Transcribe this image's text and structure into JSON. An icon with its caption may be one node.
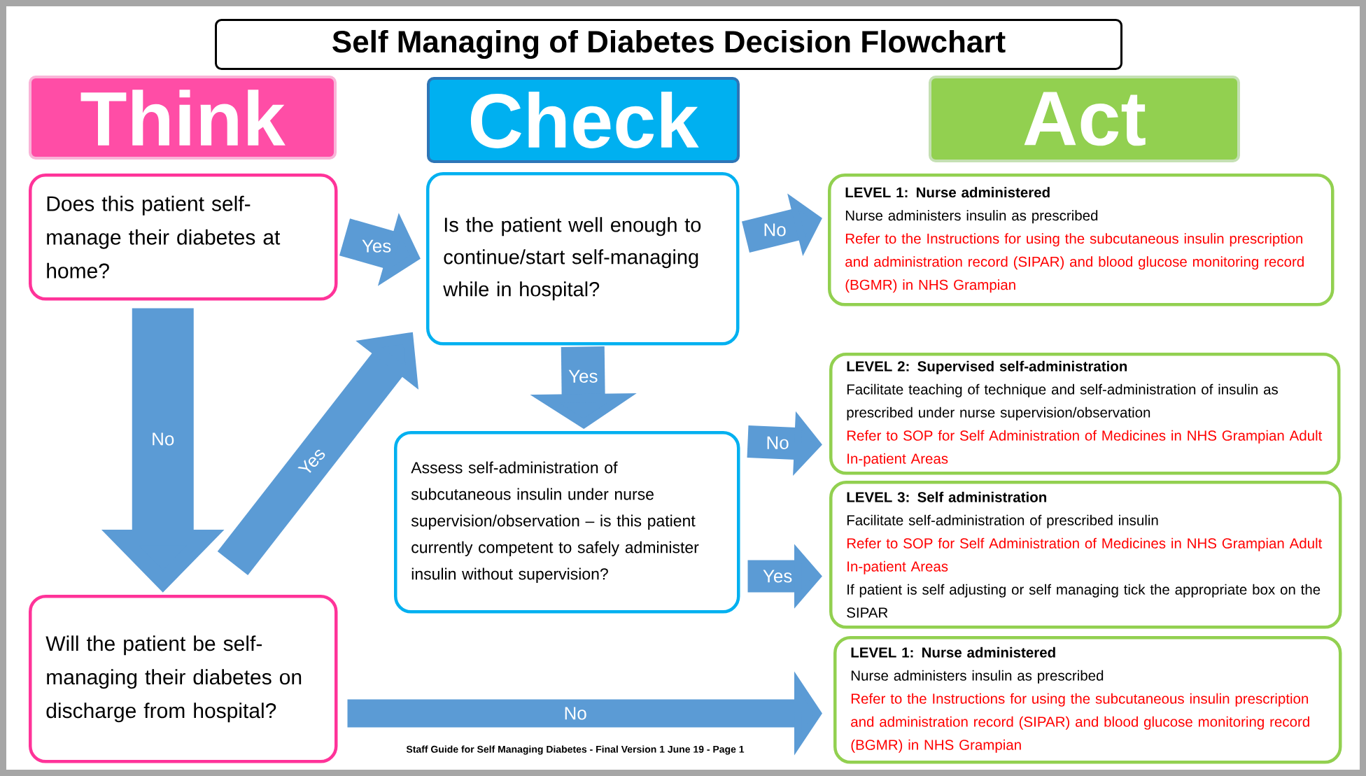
{
  "diagram": {
    "title": "Self Managing of Diabetes Decision Flowchart",
    "nodes": [
      {
        "text": [
          "Think"
        ]
      },
      {
        "text": [
          "Check"
        ]
      },
      {
        "text": [
          "Act"
        ]
      },
      {
        "text": [
          "Does this patient self-manage their diabetes at home?"
        ]
      },
      {
        "text": [
          "Is the patient well enough to continue/start self-managing while in hospital?"
        ]
      },
      {
        "text": [
          "LEVEL 1: Nurse administered",
          "Nurse administers insulin as prescribed",
          "Refer to the Instructions for using the subcutaneous insulin prescription and administration record (SIPAR) and blood glucose monitoring record (BGMR) in NHS Grampian"
        ]
      },
      {
        "text": [
          "LEVEL 2: Supervised self-administration",
          "Facilitate teaching of technique and self-administration of insulin as prescribed under nurse supervision/observation",
          "Refer to SOP for Self Administration of Medicines in NHS Grampian Adult In-patient Areas"
        ]
      },
      {
        "text": [
          "Assess self-administration of subcutaneous insulin under nurse supervision/observation – is this patient currently competent to safely administer insulin without supervision?"
        ]
      },
      {
        "text": [
          "LEVEL 3: Self administration",
          "Facilitate self-administration of prescribed insulin",
          "Refer to SOP for Self Administration of Medicines in NHS Grampian Adult In-patient Areas",
          "If patient is self adjusting or self managing tick the appropriate box on the SIPAR"
        ]
      },
      {
        "text": [
          "Will the patient be self-managing their diabetes on discharge from hospital?"
        ]
      },
      {
        "text": [
          "LEVEL 1: Nurse administered",
          "Nurse administers insulin as prescribed",
          "Refer to the Instructions for using the subcutaneous insulin prescription and administration record (SIPAR) and blood glucose monitoring record (BGMR) in NHS Grampian"
        ]
      }
    ],
    "edges": [
      {
        "from": 3,
        "to": 4,
        "arrow": "to",
        "label": "Yes"
      },
      {
        "from": 4,
        "to": 5,
        "arrow": "to",
        "label": "No"
      },
      {
        "from": 3,
        "to": 9,
        "arrow": "to",
        "label": "No",
        "style": "thick"
      },
      {
        "from": 9,
        "to": 4,
        "arrow": "to",
        "label": "Yes"
      },
      {
        "from": 4,
        "to": 7,
        "arrow": "to",
        "label": "Yes"
      },
      {
        "from": 7,
        "to": 6,
        "arrow": "to",
        "label": "No"
      },
      {
        "from": 7,
        "to": 8,
        "arrow": "to",
        "label": "Yes"
      },
      {
        "from": 9,
        "to": 10,
        "arrow": "to",
        "label": "No"
      }
    ],
    "labels": [
      "Staff Guide for Self Managing Diabetes - Final Version 1 June 19 - Page 1"
    ]
  }
}
